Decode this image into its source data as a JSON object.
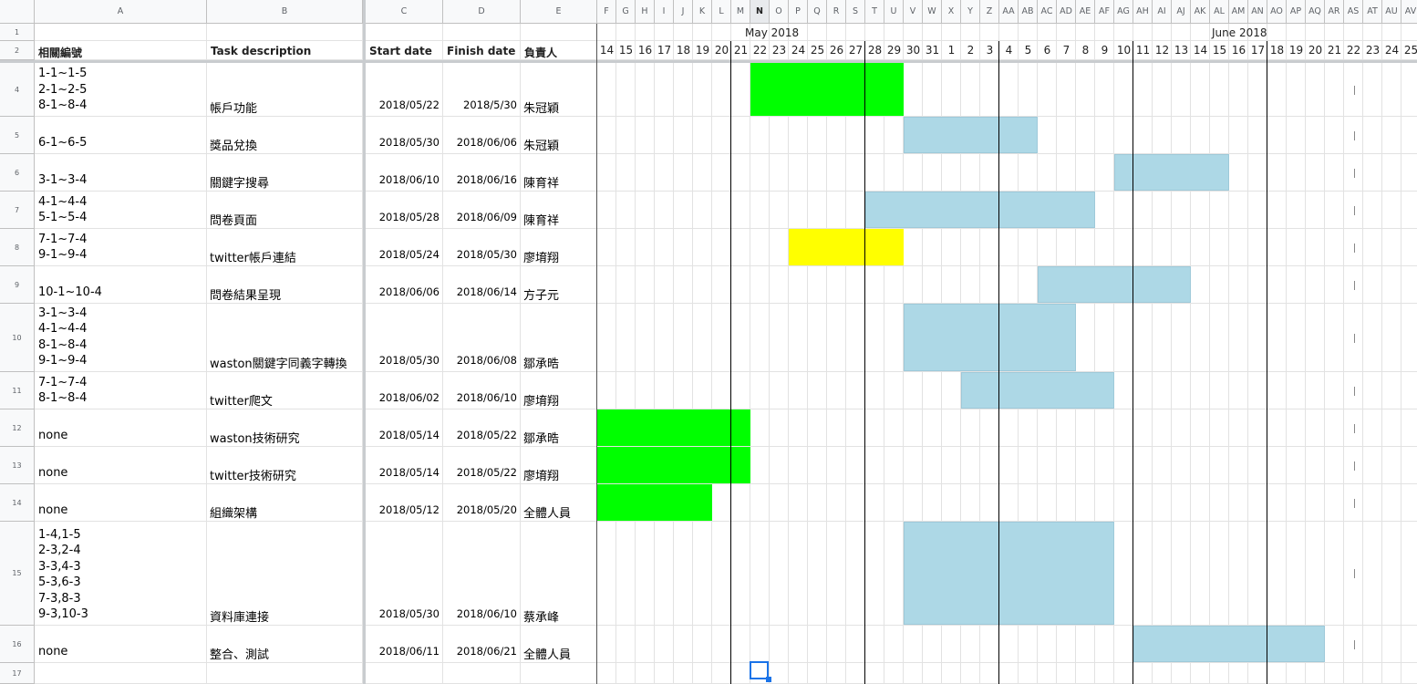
{
  "columns": [
    "A",
    "B",
    "C",
    "D",
    "E",
    "F",
    "G",
    "H",
    "I",
    "J",
    "K",
    "L",
    "M",
    "N",
    "O",
    "P",
    "Q",
    "R",
    "S",
    "T",
    "U",
    "V",
    "W",
    "X",
    "Y",
    "Z",
    "AA",
    "AB",
    "AC",
    "AD",
    "AE",
    "AF",
    "AG",
    "AH",
    "AI",
    "AJ",
    "AK",
    "AL",
    "AM",
    "AN",
    "AO",
    "AP",
    "AQ",
    "AR",
    "AS",
    "AT",
    "AU",
    "AV"
  ],
  "selected_column": "N",
  "row_numbers": [
    "1",
    "2",
    "4",
    "5",
    "6",
    "7",
    "8",
    "9",
    "10",
    "11",
    "12",
    "13",
    "14",
    "15",
    "16",
    "17"
  ],
  "headers": {
    "related": "相關編號",
    "task": "Task description",
    "start": "Start date",
    "finish": "Finish date",
    "owner": "負責人"
  },
  "months": [
    "May 2018",
    "June 2018"
  ],
  "days": [
    "14",
    "15",
    "16",
    "17",
    "18",
    "19",
    "20",
    "21",
    "22",
    "23",
    "24",
    "25",
    "26",
    "27",
    "28",
    "29",
    "30",
    "31",
    "1",
    "2",
    "3",
    "4",
    "5",
    "6",
    "7",
    "8",
    "9",
    "10",
    "11",
    "12",
    "13",
    "14",
    "15",
    "16",
    "17",
    "18",
    "19",
    "20",
    "21",
    "22",
    "23",
    "24",
    "25"
  ],
  "tasks": [
    {
      "related": [
        "1-1~1-5",
        "2-1~2-5",
        "8-1~8-4"
      ],
      "task": "帳戶功能",
      "start": "2018/05/22",
      "finish": "2018/5/30",
      "owner": "朱冠穎",
      "color": "#00ff00",
      "from_day_index": 8,
      "to_day_index": 16
    },
    {
      "related": [
        "6-1~6-5"
      ],
      "task": "獎品兌換",
      "start": "2018/05/30",
      "finish": "2018/06/06",
      "owner": "朱冠穎",
      "color": "#add8e6",
      "from_day_index": 16,
      "to_day_index": 23
    },
    {
      "related": [
        "3-1~3-4"
      ],
      "task": "關鍵字搜尋",
      "start": "2018/06/10",
      "finish": "2018/06/16",
      "owner": "陳育祥",
      "color": "#add8e6",
      "from_day_index": 27,
      "to_day_index": 33
    },
    {
      "related": [
        "4-1~4-4",
        "5-1~5-4"
      ],
      "task": "問卷頁面",
      "start": "2018/05/28",
      "finish": "2018/06/09",
      "owner": "陳育祥",
      "color": "#add8e6",
      "from_day_index": 14,
      "to_day_index": 26
    },
    {
      "related": [
        "7-1~7-4",
        "9-1~9-4"
      ],
      "task": "twitter帳戶連結",
      "start": "2018/05/24",
      "finish": "2018/05/30",
      "owner": "廖堉翔",
      "color": "#ffff00",
      "from_day_index": 10,
      "to_day_index": 16
    },
    {
      "related": [
        "10-1~10-4"
      ],
      "task": "問卷結果呈現",
      "start": "2018/06/06",
      "finish": "2018/06/14",
      "owner": "方子元",
      "color": "#add8e6",
      "from_day_index": 23,
      "to_day_index": 31
    },
    {
      "related": [
        "3-1~3-4",
        "4-1~4-4",
        "8-1~8-4",
        "9-1~9-4"
      ],
      "task": "waston關鍵字同義字轉換",
      "start": "2018/05/30",
      "finish": "2018/06/08",
      "owner": "鄒承晧",
      "color": "#add8e6",
      "from_day_index": 16,
      "to_day_index": 25
    },
    {
      "related": [
        "7-1~7-4",
        "8-1~8-4"
      ],
      "task": "twitter爬文",
      "start": "2018/06/02",
      "finish": "2018/06/10",
      "owner": "廖堉翔",
      "color": "#add8e6",
      "from_day_index": 19,
      "to_day_index": 27
    },
    {
      "related": [
        "none"
      ],
      "task": "waston技術研究",
      "start": "2018/05/14",
      "finish": "2018/05/22",
      "owner": "鄒承晧",
      "color": "#00ff00",
      "from_day_index": 0,
      "to_day_index": 8
    },
    {
      "related": [
        "none"
      ],
      "task": "twitter技術研究",
      "start": "2018/05/14",
      "finish": "2018/05/22",
      "owner": "廖堉翔",
      "color": "#00ff00",
      "from_day_index": 0,
      "to_day_index": 8
    },
    {
      "related": [
        "none"
      ],
      "task": "組織架構",
      "start": "2018/05/12",
      "finish": "2018/05/20",
      "owner": "全體人員",
      "color": "#00ff00",
      "from_day_index": 0,
      "to_day_index": 6
    },
    {
      "related": [
        "1-4,1-5",
        "2-3,2-4",
        "3-3,4-3",
        "5-3,6-3",
        "7-3,8-3",
        "9-3,10-3"
      ],
      "task": "資料庫連接",
      "start": "2018/05/30",
      "finish": "2018/06/10",
      "owner": "蔡承峰",
      "color": "#add8e6",
      "from_day_index": 16,
      "to_day_index": 27
    },
    {
      "related": [
        "none"
      ],
      "task": "整合、測試",
      "start": "2018/06/11",
      "finish": "2018/06/21",
      "owner": "全體人員",
      "color": "#add8e6",
      "from_day_index": 28,
      "to_day_index": 38
    }
  ]
}
